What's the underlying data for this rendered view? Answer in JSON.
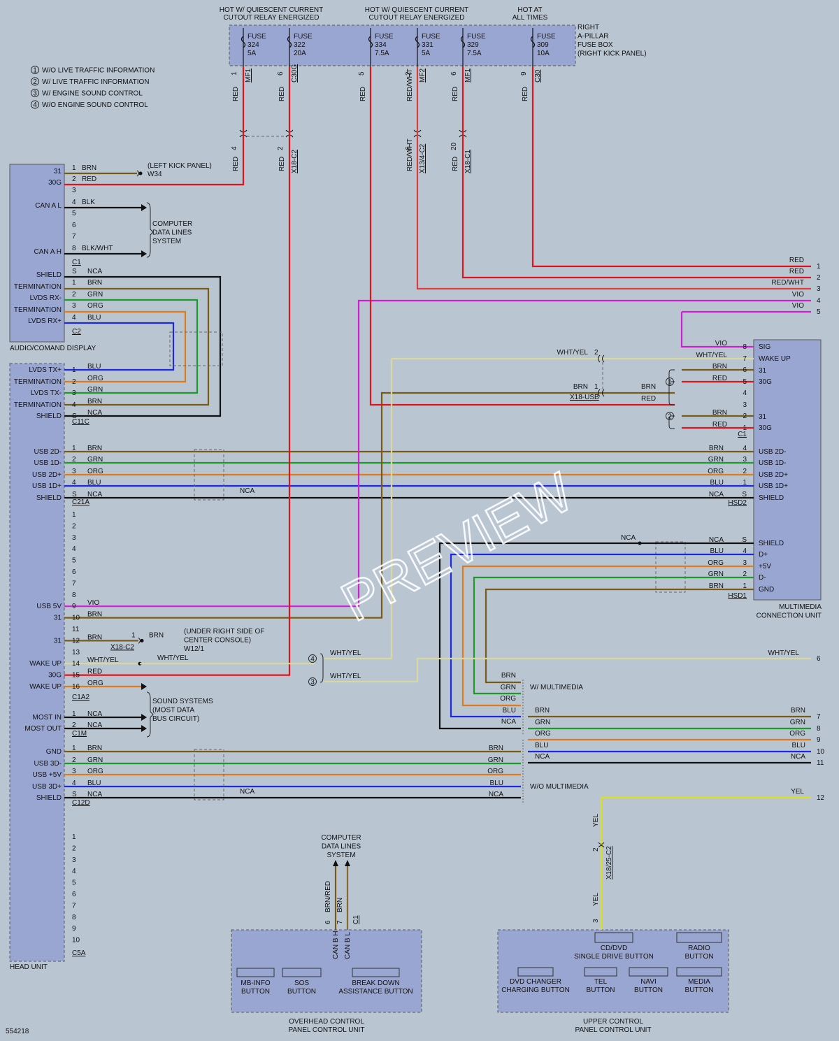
{
  "colors": {
    "background": "#b9c6d2",
    "module_fill": "#9aa6d2",
    "RED": "#e0141e",
    "BRN": "#7a5a18",
    "GRN": "#1e9a2a",
    "ORG": "#e07a1e",
    "BLU": "#1e28e0",
    "VIO": "#d21ed2",
    "BLK": "#111111",
    "WHT/YEL": "#d8d8a0",
    "YEL": "#dede1a",
    "RED/WHT": "#e03c3c",
    "GRY": "#8a8a8a"
  },
  "watermark": "PREVIEW",
  "diagram_number": "554218",
  "notes": [
    {
      "num": "1",
      "text": "W/O LIVE TRAFFIC INFORMATION"
    },
    {
      "num": "2",
      "text": "W/ LIVE TRAFFIC INFORMATION"
    },
    {
      "num": "3",
      "text": "W/ ENGINE SOUND CONTROL"
    },
    {
      "num": "4",
      "text": "W/O ENGINE SOUND CONTROL"
    }
  ],
  "top_labels": {
    "hot1": [
      "HOT W/ QUIESCENT CURRENT",
      "CUTOUT RELAY ENERGIZED"
    ],
    "hot2": [
      "HOT W/ QUIESCENT CURRENT",
      "CUTOUT RELAY ENERGIZED"
    ],
    "hot3": [
      "HOT AT",
      "ALL TIMES"
    ],
    "fusebox": [
      "RIGHT",
      "A-PILLAR",
      "FUSE BOX",
      "(RIGHT KICK PANEL)"
    ]
  },
  "fuses": [
    {
      "label": "FUSE",
      "num": "324",
      "amp": "5A"
    },
    {
      "label": "FUSE",
      "num": "322",
      "amp": "20A"
    },
    {
      "label": "FUSE",
      "num": "334",
      "amp": "7.5A"
    },
    {
      "label": "FUSE",
      "num": "331",
      "amp": "5A"
    },
    {
      "label": "FUSE",
      "num": "329",
      "amp": "7.5A"
    },
    {
      "label": "FUSE",
      "num": "309",
      "amp": "10A"
    }
  ],
  "fuse_pins": [
    {
      "pin": "1",
      "conn": "MF1",
      "wire": "RED"
    },
    {
      "pin": "6",
      "conn": "C30G",
      "wire": "RED"
    },
    {
      "pin": "5",
      "conn": "",
      "wire": "RED"
    },
    {
      "pin": "2",
      "conn": "MF2",
      "wire": "RED/WHT"
    },
    {
      "pin": "6",
      "conn": "MF1",
      "wire": "RED"
    },
    {
      "pin": "9",
      "conn": "C30",
      "wire": "RED"
    }
  ],
  "mid_pins": [
    {
      "pin": "4",
      "conn": "",
      "wire": "RED"
    },
    {
      "pin": "2",
      "conn": "X18-C2",
      "wire": "RED"
    },
    {
      "pin": "6",
      "conn": "X13/4-C2",
      "wire": "RED/WHT"
    },
    {
      "pin": "20",
      "conn": "X18-C1",
      "wire": "RED"
    }
  ],
  "audio_display": {
    "title": "AUDIO/COMAND DISPLAY",
    "signals": [
      "31",
      "30G",
      "CAN A L",
      "CAN A H",
      "SHIELD",
      "TERMINATION",
      "LVDS RX-",
      "TERMINATION",
      "LVDS RX+"
    ],
    "rows": [
      {
        "pin": "1",
        "wire": "BRN"
      },
      {
        "pin": "2",
        "wire": "RED"
      },
      {
        "pin": "3",
        "wire": ""
      },
      {
        "pin": "4",
        "wire": "BLK"
      },
      {
        "pin": "5",
        "wire": ""
      },
      {
        "pin": "6",
        "wire": ""
      },
      {
        "pin": "7",
        "wire": ""
      },
      {
        "pin": "8",
        "wire": "BLK/WHT"
      }
    ],
    "c1": "C1",
    "c2_rows": [
      {
        "pin": "S",
        "wire": "NCA"
      },
      {
        "pin": "1",
        "wire": "BRN"
      },
      {
        "pin": "2",
        "wire": "GRN"
      },
      {
        "pin": "3",
        "wire": "ORG"
      },
      {
        "pin": "4",
        "wire": "BLU"
      }
    ],
    "c2": "C2",
    "ground_text": [
      "(LEFT KICK PANEL)",
      "W34"
    ],
    "data_text": [
      "COMPUTER",
      "DATA LINES",
      "SYSTEM"
    ]
  },
  "head_unit": {
    "title": "HEAD UNIT",
    "c11c_signals": [
      "LVDS TX+",
      "TERMINATION",
      "LVDS TX-",
      "TERMINATION",
      "SHIELD"
    ],
    "c11c_rows": [
      {
        "pin": "1",
        "wire": "BLU"
      },
      {
        "pin": "2",
        "wire": "ORG"
      },
      {
        "pin": "3",
        "wire": "GRN"
      },
      {
        "pin": "4",
        "wire": "BRN"
      },
      {
        "pin": "S",
        "wire": "NCA"
      }
    ],
    "c11c": "C11C",
    "c21a_signals": [
      "USB 2D-",
      "USB 1D-",
      "USB 2D+",
      "USB 1D+",
      "SHIELD"
    ],
    "c21a_rows": [
      {
        "pin": "1",
        "wire": "BRN"
      },
      {
        "pin": "2",
        "wire": "GRN"
      },
      {
        "pin": "3",
        "wire": "ORG"
      },
      {
        "pin": "4",
        "wire": "BLU"
      },
      {
        "pin": "S",
        "wire": "NCA"
      }
    ],
    "c21a": "C21A",
    "c1a2_pins": [
      "1",
      "2",
      "3",
      "4",
      "5",
      "6",
      "7",
      "8",
      "9",
      "10",
      "11",
      "12",
      "13",
      "14",
      "15",
      "16"
    ],
    "c1a2_signals": [
      {
        "pin": "9",
        "name": "USB 5V",
        "wire": "VIO"
      },
      {
        "pin": "10",
        "name": "31",
        "wire": "BRN"
      },
      {
        "pin": "12",
        "name": "31",
        "wire": "BRN"
      },
      {
        "pin": "14",
        "name": "WAKE UP",
        "wire": "WHT/YEL"
      },
      {
        "pin": "15",
        "name": "30G",
        "wire": "RED"
      },
      {
        "pin": "16",
        "name": "WAKE UP",
        "wire": "ORG"
      }
    ],
    "c1a2": "C1A2",
    "c1m_signals": [
      "MOST IN",
      "MOST OUT"
    ],
    "c1m_rows": [
      {
        "pin": "1",
        "wire": "NCA"
      },
      {
        "pin": "2",
        "wire": "NCA"
      }
    ],
    "c1m": "C1M",
    "c12d_signals": [
      "GND",
      "USB 3D-",
      "USB +5V",
      "USB 3D+",
      "SHIELD"
    ],
    "c12d_rows": [
      {
        "pin": "1",
        "wire": "BRN"
      },
      {
        "pin": "2",
        "wire": "GRN"
      },
      {
        "pin": "3",
        "wire": "ORG"
      },
      {
        "pin": "4",
        "wire": "BLU"
      },
      {
        "pin": "S",
        "wire": "NCA"
      }
    ],
    "c12d": "C12D",
    "c5a_pins": [
      "1",
      "2",
      "3",
      "4",
      "5",
      "6",
      "7",
      "8",
      "9",
      "10"
    ],
    "c5a": "C5A",
    "ground_text": [
      "(UNDER RIGHT SIDE OF",
      "CENTER CONSOLE)",
      "W12/1"
    ],
    "ground_conn": "X18-C2",
    "ground_pin": "1",
    "ground_wire": "BRN",
    "sound_text": [
      "SOUND SYSTEMS",
      "(MOST DATA",
      "BUS CIRCUIT)"
    ],
    "ncas": [
      "NCA",
      "NCA"
    ]
  },
  "mcu": {
    "title": [
      "MULTIMEDIA",
      "CONNECTION UNIT"
    ],
    "c1_signals": [
      "SIG",
      "WAKE UP",
      "31",
      "30G",
      "",
      "",
      "31",
      "30G"
    ],
    "c1_rows": [
      {
        "pin": "8",
        "wire": "VIO"
      },
      {
        "pin": "7",
        "wire": "WHT/YEL"
      },
      {
        "pin": "6",
        "wire": "BRN"
      },
      {
        "pin": "5",
        "wire": "RED"
      },
      {
        "pin": "4",
        "wire": ""
      },
      {
        "pin": "3",
        "wire": ""
      },
      {
        "pin": "2",
        "wire": "BRN"
      },
      {
        "pin": "1",
        "wire": "RED"
      }
    ],
    "c1": "C1",
    "hsd2_signals": [
      "USB 2D-",
      "USB 1D-",
      "USB 2D+",
      "USB 1D+",
      "SHIELD"
    ],
    "hsd2_rows": [
      {
        "pin": "4",
        "wire": "BRN"
      },
      {
        "pin": "3",
        "wire": "GRN"
      },
      {
        "pin": "2",
        "wire": "ORG"
      },
      {
        "pin": "1",
        "wire": "BLU"
      },
      {
        "pin": "S",
        "wire": "NCA"
      }
    ],
    "hsd2": "HSD2",
    "hsd1_signals": [
      "SHIELD",
      "D+",
      "+5V",
      "D-",
      "GND"
    ],
    "hsd1_rows": [
      {
        "pin": "S",
        "wire": "NCA"
      },
      {
        "pin": "4",
        "wire": "BLU"
      },
      {
        "pin": "3",
        "wire": "ORG"
      },
      {
        "pin": "2",
        "wire": "GRN"
      },
      {
        "pin": "1",
        "wire": "BRN"
      }
    ],
    "hsd1": "HSD1",
    "splice_conn": "X18-USB",
    "splice_pins": [
      {
        "pin": "2",
        "wire": "WHT/YEL"
      },
      {
        "pin": "1",
        "wire": "BRN"
      }
    ],
    "splice_right": [
      "BRN",
      "RED"
    ],
    "nca_label": "NCA"
  },
  "right_outputs": [
    {
      "num": "1",
      "wire": "RED"
    },
    {
      "num": "2",
      "wire": "RED"
    },
    {
      "num": "3",
      "wire": "RED/WHT"
    },
    {
      "num": "4",
      "wire": "VIO"
    },
    {
      "num": "5",
      "wire": "VIO"
    },
    {
      "num": "6",
      "wire": "WHT/YEL"
    },
    {
      "num": "7",
      "wire": "BRN"
    },
    {
      "num": "8",
      "wire": "GRN"
    },
    {
      "num": "9",
      "wire": "ORG"
    },
    {
      "num": "10",
      "wire": "BLU"
    },
    {
      "num": "11",
      "wire": "NCA"
    },
    {
      "num": "12",
      "wire": "YEL"
    }
  ],
  "multimedia": {
    "with": "W/ MULTIMEDIA",
    "without": "W/O MULTIMEDIA",
    "with_wires": [
      "BRN",
      "GRN",
      "ORG",
      "BLU",
      "NCA"
    ],
    "to_right": [
      "BRN",
      "GRN",
      "ORG",
      "BLU",
      "NCA"
    ],
    "left_wires": [
      "BRN",
      "GRN",
      "ORG",
      "BLU",
      "NCA"
    ],
    "note4": "WHT/YEL",
    "note3": "WHT/YEL"
  },
  "overhead": {
    "title": [
      "OVERHEAD CONTROL",
      "PANEL CONTROL UNIT"
    ],
    "buttons": [
      [
        "MB-INFO",
        "BUTTON"
      ],
      [
        "SOS",
        "BUTTON"
      ],
      [
        "BREAK DOWN",
        "ASSISTANCE BUTTON"
      ]
    ],
    "pins": [
      {
        "pin": "6",
        "wire": "BRN/RED",
        "sig": "CAN B H"
      },
      {
        "pin": "7",
        "wire": "BRN",
        "sig": "CAN B L"
      }
    ],
    "conn": "C1",
    "data_text": [
      "COMPUTER",
      "DATA LINES",
      "SYSTEM"
    ]
  },
  "upper": {
    "title": [
      "UPPER CONTROL",
      "PANEL CONTROL UNIT"
    ],
    "buttons": [
      [
        "CD/DVD",
        "SINGLE DRIVE BUTTON"
      ],
      [
        "RADIO",
        "BUTTON"
      ],
      [
        "DVD CHANGER",
        "CHARGING BUTTON"
      ],
      [
        "TEL",
        "BUTTON"
      ],
      [
        "NAVI",
        "BUTTON"
      ],
      [
        "MEDIA",
        "BUTTON"
      ]
    ],
    "pin_top": "2",
    "pin_bottom": "3",
    "conn": "X18/25-C2",
    "wire": "YEL"
  }
}
